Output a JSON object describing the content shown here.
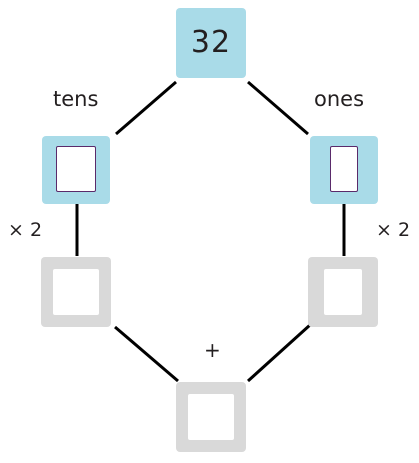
{
  "diagram": {
    "top_value": "32",
    "left_label": "tens",
    "right_label": "ones",
    "left_operator": "× 2",
    "right_operator": "× 2",
    "sum_operator": "+"
  },
  "colors": {
    "filled_box": "#a9dbe8",
    "empty_box": "#d9d9d9",
    "line": "#000000",
    "inner_border": "#5a2a6a"
  }
}
